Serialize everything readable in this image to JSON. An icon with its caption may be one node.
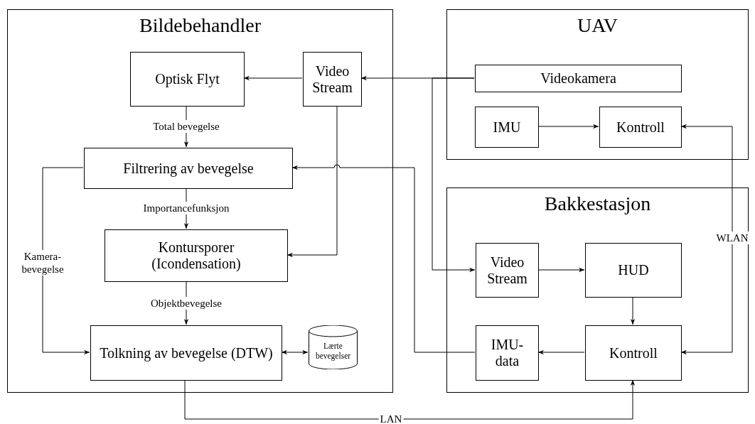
{
  "diagram": {
    "nodes": [
      {
        "text": [
          "Bildebehandler"
        ]
      },
      {
        "text": [
          "Optisk Flyt"
        ],
        "in": 0
      },
      {
        "text": [
          "Video Stream"
        ],
        "in": 0
      },
      {
        "text": [
          "Filtrering av bevegelse"
        ],
        "in": 0
      },
      {
        "text": [
          "Kontursporer (Icondensation)"
        ],
        "in": 0
      },
      {
        "text": [
          "Tolkning av bevegelse (DTW)"
        ],
        "in": 0
      },
      {
        "text": [
          "Lærte bevegelser"
        ],
        "in": 0
      },
      {
        "text": [
          "UAV"
        ]
      },
      {
        "text": [
          "Videokamera"
        ],
        "in": 7
      },
      {
        "text": [
          "IMU"
        ],
        "in": 7
      },
      {
        "text": [
          "Kontroll"
        ],
        "in": 7
      },
      {
        "text": [
          "Bakkestasjon"
        ]
      },
      {
        "text": [
          "Video Stream"
        ],
        "in": 11
      },
      {
        "text": [
          "HUD"
        ],
        "in": 11
      },
      {
        "text": [
          "IMU-data"
        ],
        "in": 11
      },
      {
        "text": [
          "Kontroll"
        ],
        "in": 11
      }
    ],
    "edges": [
      {
        "from": 2,
        "to": 1,
        "arrow": "to"
      },
      {
        "from": 1,
        "to": 3,
        "arrow": "to",
        "label": "Total bevegelse"
      },
      {
        "from": 3,
        "to": 4,
        "arrow": "to",
        "label": "Importancefunksjon"
      },
      {
        "from": 4,
        "to": 5,
        "arrow": "to",
        "label": "Objektbevegelse"
      },
      {
        "from": 3,
        "to": 5,
        "arrow": "to",
        "label": "Kamera-bevegelse"
      },
      {
        "from": 2,
        "to": 4,
        "arrow": "to"
      },
      {
        "from": 5,
        "to": 6,
        "arrow": "both"
      },
      {
        "from": 8,
        "to": 2,
        "arrow": "to"
      },
      {
        "from": 8,
        "to": 12,
        "arrow": "to"
      },
      {
        "from": 9,
        "to": 10,
        "arrow": "to"
      },
      {
        "from": 10,
        "to": 15,
        "arrow": "both",
        "label": "WLAN"
      },
      {
        "from": 15,
        "to": 14,
        "arrow": "to"
      },
      {
        "from": 14,
        "to": 3,
        "arrow": "to"
      },
      {
        "from": 13,
        "to": 15,
        "arrow": "to"
      },
      {
        "from": 12,
        "to": 13,
        "arrow": "to"
      },
      {
        "from": 5,
        "to": 15,
        "arrow": "to",
        "label": "LAN"
      }
    ]
  }
}
